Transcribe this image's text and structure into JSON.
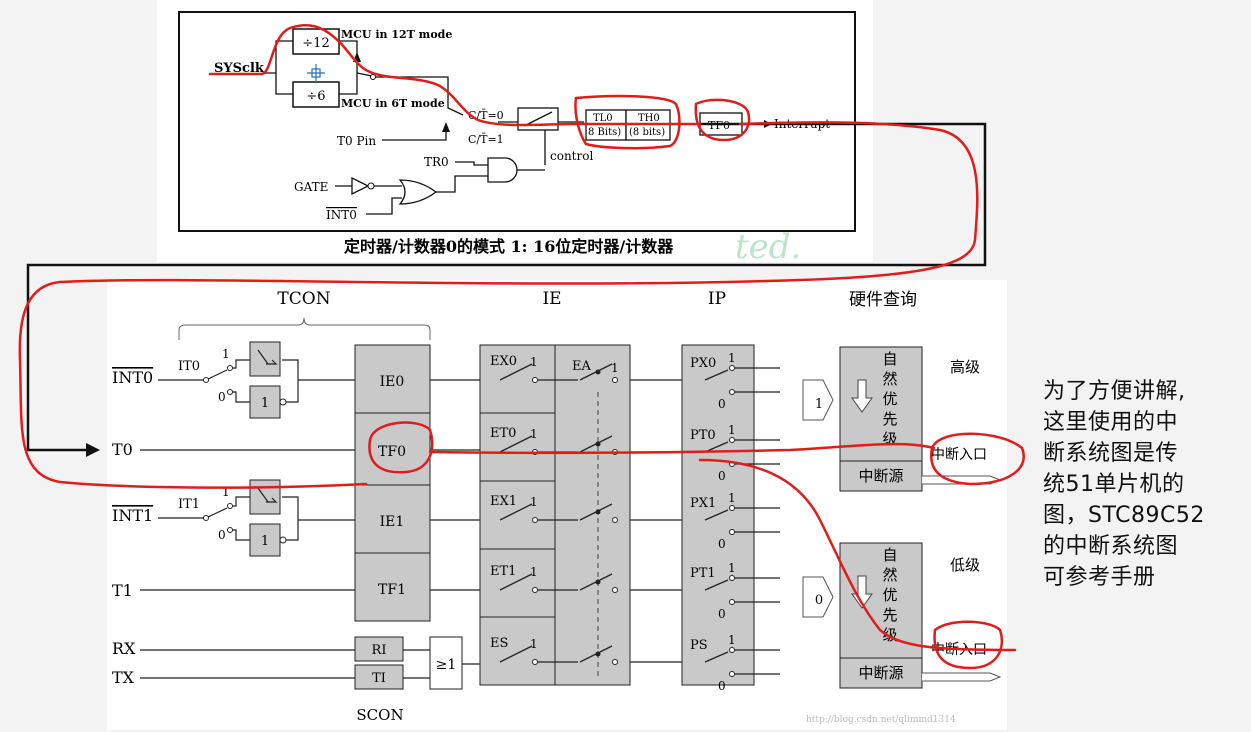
{
  "top_diagram": {
    "sysclk": "SYSclk",
    "div12": "÷12",
    "div6": "÷6",
    "mode12": "MCU in 12T mode",
    "mode6": "MCU in 6T mode",
    "ct0": "C/T̄=0",
    "ct1": "C/T̄=1",
    "t0pin": "T0 Pin",
    "tr0": "TR0",
    "gate": "GATE",
    "int0": "INT0",
    "tl0_a": "TL0",
    "tl0_b": "8 Bits)",
    "th0_a": "TH0",
    "th0_b": "(8 bits)",
    "tf0": "TF0",
    "interrupt": "Interrupt",
    "control": "control",
    "caption": "定时器/计数器0的模式 1: 16位定时器/计数器",
    "watermark": "ted."
  },
  "bottom_diagram": {
    "headers": {
      "tcon": "TCON",
      "ie": "IE",
      "ip": "IP",
      "hw": "硬件查询",
      "scon": "SCON"
    },
    "sources": {
      "int0": "INT0",
      "t0": "T0",
      "int1": "INT1",
      "t1": "T1",
      "rx": "RX",
      "tx": "TX"
    },
    "it0": "IT0",
    "it1": "IT1",
    "one": "1",
    "zero": "0",
    "flags": {
      "ie0": "IE0",
      "tf0": "TF0",
      "ie1": "IE1",
      "tf1": "TF1",
      "ri": "RI",
      "ti": "TI"
    },
    "or_gate": "≥1",
    "ie_switches": [
      "EX0",
      "ET0",
      "EX1",
      "ET1",
      "ES"
    ],
    "ea": "EA",
    "ip_switches": [
      "PX0",
      "PT0",
      "PX1",
      "PT1",
      "PS"
    ],
    "high_box": "自然优先级",
    "high_source": "中断源",
    "high_label": "高级",
    "high_entry": "中断入口",
    "high_value": "1",
    "low_box": "自然优先级",
    "low_source": "中断源",
    "low_label": "低级",
    "low_entry": "中断入口",
    "low_value": "0",
    "watermark": "http://blog.csdn.net/qlimmd1314"
  },
  "side_note": "为了方便讲解,\n这里使用的中\n断系统图是传\n统51单片机的\n图，STC89C52\n的中断系统图\n可参考手册",
  "colors": {
    "annotation": "#e21b1b",
    "box_fill": "#c9c9c9",
    "line": "#222222"
  }
}
